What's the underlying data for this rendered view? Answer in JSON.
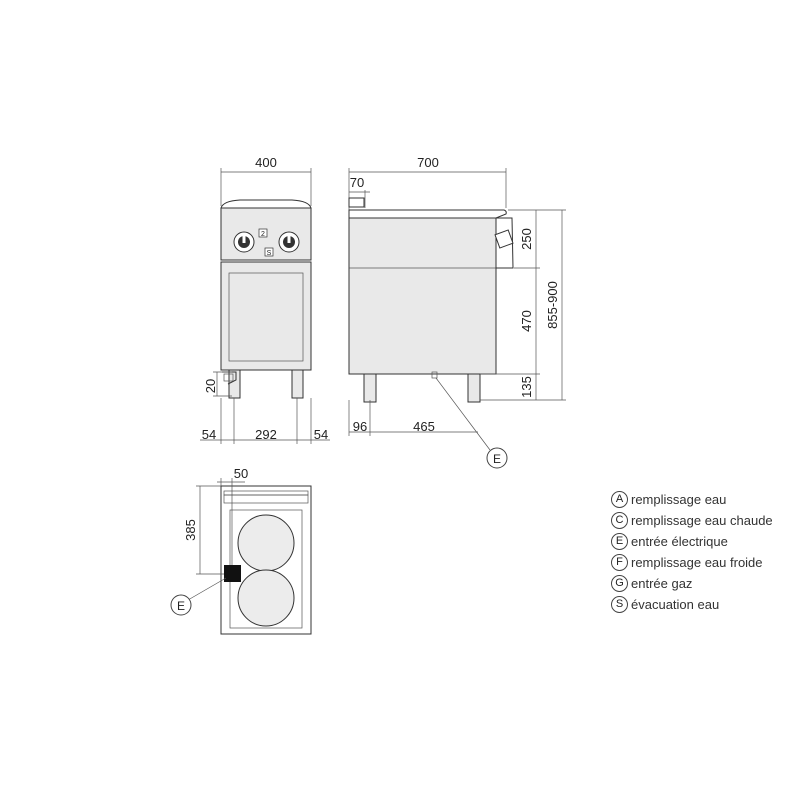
{
  "dimensions": {
    "front_width": "400",
    "side_depth": "700",
    "side_backsplash": "70",
    "side_top": "250",
    "side_middle": "470",
    "side_bottom": "135",
    "side_total_height": "855-900",
    "front_foot_height": "20",
    "front_left_offset": "54",
    "front_leg_span": "292",
    "front_right_offset": "54",
    "side_front_offset": "96",
    "side_connection_offset": "465",
    "top_offset_x": "50",
    "top_offset_y": "385"
  },
  "callouts": {
    "side_view_marker": "E",
    "top_view_marker": "E"
  },
  "front_panel_badges": [
    "2",
    "S"
  ],
  "legend": [
    {
      "letter": "A",
      "label": "remplissage eau"
    },
    {
      "letter": "C",
      "label": "remplissage eau chaude"
    },
    {
      "letter": "E",
      "label": "entrée électrique"
    },
    {
      "letter": "F",
      "label": "remplissage eau froide"
    },
    {
      "letter": "G",
      "label": "entrée gaz"
    },
    {
      "letter": "S",
      "label": "évacuation eau"
    }
  ]
}
